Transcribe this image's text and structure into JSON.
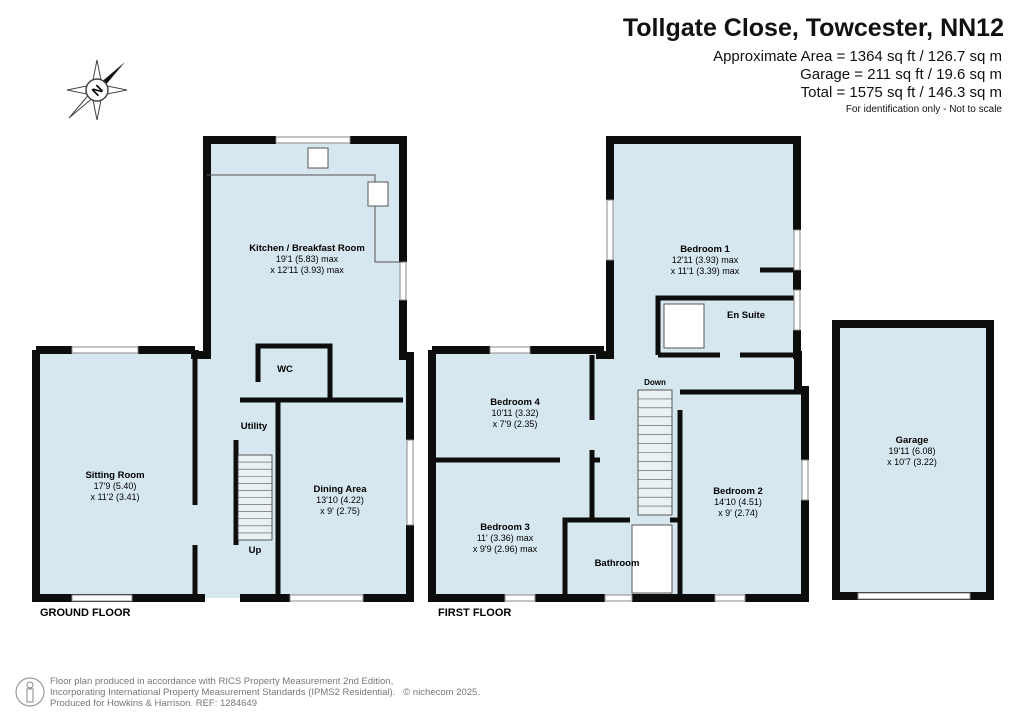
{
  "header": {
    "title": "Tollgate Close, Towcester, NN12",
    "areas": [
      "Approximate Area = 1364 sq ft / 126.7 sq m",
      "Garage = 211 sq ft / 19.6 sq m",
      "Total = 1575 sq ft / 146.3 sq m"
    ],
    "note": "For identification only - Not to scale"
  },
  "compass": {
    "icon": "compass-north-icon",
    "letter": "N"
  },
  "colors": {
    "room_fill": "#d7e7ef",
    "wall": "#0d0d0d"
  },
  "ground_floor": {
    "label": "GROUND FLOOR",
    "rooms": [
      {
        "name": "Kitchen / Breakfast Room",
        "dims": [
          "19'1 (5.83) max",
          "x 12'11 (3.93) max"
        ]
      },
      {
        "name": "Sitting Room",
        "dims": [
          "17'9 (5.40)",
          "x 11'2 (3.41)"
        ]
      },
      {
        "name": "Dining Area",
        "dims": [
          "13'10 (4.22)",
          "x 9' (2.75)"
        ]
      },
      {
        "name": "WC",
        "dims": []
      },
      {
        "name": "Utility",
        "dims": []
      }
    ],
    "stairs_label": "Up"
  },
  "first_floor": {
    "label": "FIRST FLOOR",
    "rooms": [
      {
        "name": "Bedroom 1",
        "dims": [
          "12'11 (3.93) max",
          "x 11'1 (3.39) max"
        ]
      },
      {
        "name": "En Suite",
        "dims": []
      },
      {
        "name": "Bedroom 4",
        "dims": [
          "10'11 (3.32)",
          "x 7'9 (2.35)"
        ]
      },
      {
        "name": "Bedroom 2",
        "dims": [
          "14'10 (4.51)",
          "x 9' (2.74)"
        ]
      },
      {
        "name": "Bedroom 3",
        "dims": [
          "11' (3.36) max",
          "x 9'9 (2.96) max"
        ]
      },
      {
        "name": "Bathroom",
        "dims": []
      }
    ],
    "stairs_label": "Down"
  },
  "garage": {
    "name": "Garage",
    "dims": [
      "19'11 (6.08)",
      "x 10'7 (3.22)"
    ]
  },
  "footer": {
    "lines": [
      "Floor plan produced in accordance with RICS Property Measurement 2nd Edition,",
      "Incorporating International Property Measurement Standards (IPMS2 Residential).",
      "Produced for Howkins & Harrison.   REF: 1284649"
    ],
    "copyright": "© nichecom 2025."
  }
}
